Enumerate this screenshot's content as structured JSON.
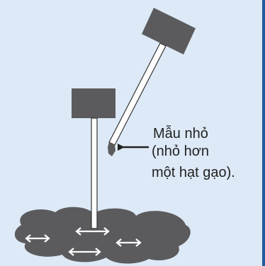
{
  "colors": {
    "background": "#dde9f6",
    "border": "#1f5aa0",
    "head": "#5b5b5e",
    "shaft": "#ffffff",
    "outline": "#333333",
    "sample": "#5b5b5e",
    "arrow": "#ffffff"
  },
  "icons": [
    "arrow-left",
    "double-headed-arrow"
  ],
  "labels": {
    "line1": "Mẫu nhỏ",
    "line2": "(nhỏ hơn",
    "line3": "một hạt gạo)."
  }
}
